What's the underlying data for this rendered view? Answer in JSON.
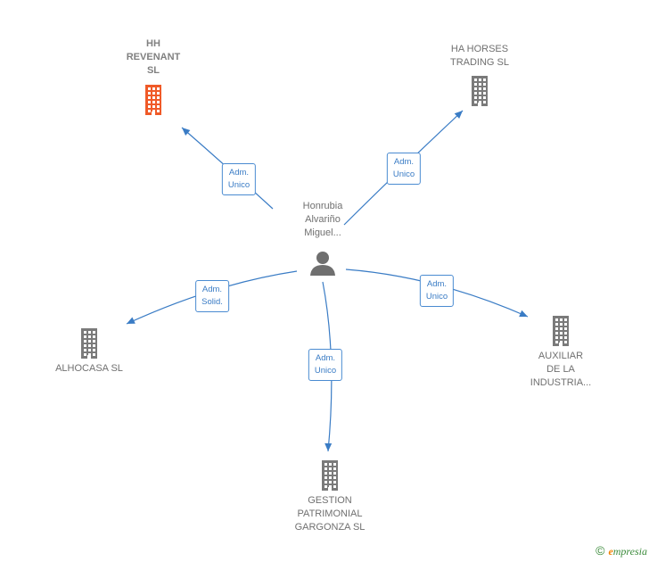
{
  "center": {
    "lines": [
      "Honrubia",
      "Alvariño",
      "Miguel..."
    ],
    "icon": "person-icon"
  },
  "companies": [
    {
      "id": "hh-revenant",
      "lines": [
        "HH",
        "REVENANT",
        "SL"
      ],
      "icon": "building-icon",
      "highlight": true,
      "color": "#f05a28"
    },
    {
      "id": "ha-horses",
      "lines": [
        "HA HORSES",
        "TRADING  SL"
      ],
      "icon": "building-icon",
      "highlight": false,
      "color": "#7a7a7a"
    },
    {
      "id": "alhocasa",
      "lines": [
        "ALHOCASA  SL"
      ],
      "icon": "building-icon",
      "highlight": false,
      "color": "#7a7a7a"
    },
    {
      "id": "auxiliar",
      "lines": [
        "AUXILIAR",
        "DE LA",
        "INDUSTRIA..."
      ],
      "icon": "building-icon",
      "highlight": false,
      "color": "#7a7a7a"
    },
    {
      "id": "gestion",
      "lines": [
        "GESTION",
        "PATRIMONIAL",
        "GARGONZA  SL"
      ],
      "icon": "building-icon",
      "highlight": false,
      "color": "#7a7a7a"
    }
  ],
  "edges": [
    {
      "to": "hh-revenant",
      "label": [
        "Adm.",
        "Unico"
      ]
    },
    {
      "to": "ha-horses",
      "label": [
        "Adm.",
        "Unico"
      ]
    },
    {
      "to": "alhocasa",
      "label": [
        "Adm.",
        "Solid."
      ]
    },
    {
      "to": "auxiliar",
      "label": [
        "Adm.",
        "Unico"
      ]
    },
    {
      "to": "gestion",
      "label": [
        "Adm.",
        "Unico"
      ]
    }
  ],
  "footer": {
    "copyright": "©",
    "brand_initial": "e",
    "brand_rest": "mpresia"
  },
  "colors": {
    "edge": "#3a7cc5",
    "icon_default": "#7a7a7a",
    "icon_highlight": "#f05a28"
  }
}
